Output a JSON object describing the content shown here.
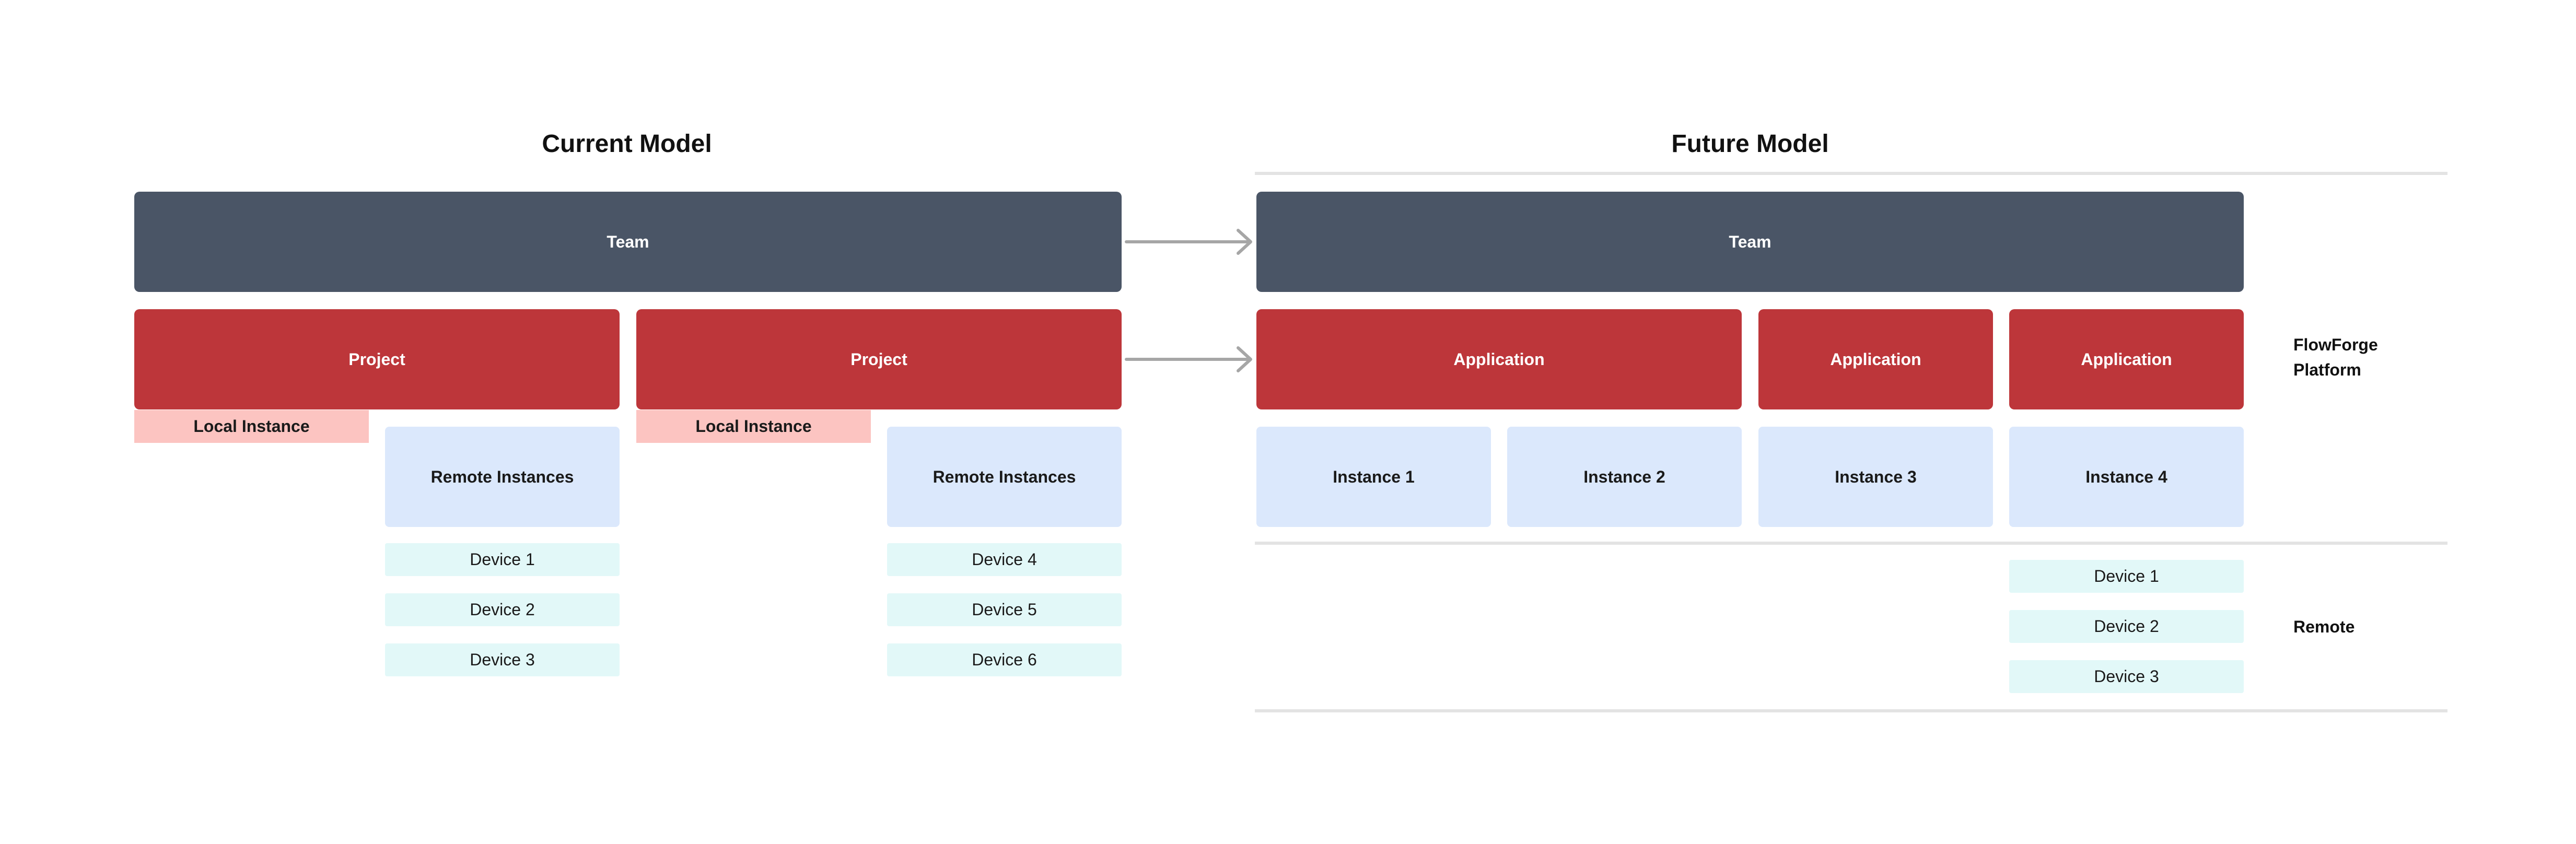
{
  "current": {
    "title": "Current Model",
    "team": "Team",
    "projects": [
      {
        "label": "Project",
        "local": "Local Instance",
        "remote": "Remote Instances",
        "devices": [
          "Device 1",
          "Device 2",
          "Device 3"
        ]
      },
      {
        "label": "Project",
        "local": "Local Instance",
        "remote": "Remote Instances",
        "devices": [
          "Device 4",
          "Device 5",
          "Device 6"
        ]
      }
    ]
  },
  "future": {
    "title": "Future Model",
    "team": "Team",
    "applications": [
      "Application",
      "Application",
      "Application"
    ],
    "instances": [
      "Instance 1",
      "Instance 2",
      "Instance 3",
      "Instance 4"
    ],
    "devices": [
      "Device 1",
      "Device 2",
      "Device 3"
    ],
    "platform_label_line1": "FlowForge",
    "platform_label_line2": "Platform",
    "remote_label": "Remote"
  },
  "colors": {
    "team": "#4a5566",
    "project": "#bd363a",
    "local_instance": "#fcc4c1",
    "instance": "#dbe8fc",
    "device": "#e2f8f8",
    "arrow": "#a6a6a6"
  },
  "icons": [
    "arrow-right-icon",
    "arrow-right-icon"
  ]
}
